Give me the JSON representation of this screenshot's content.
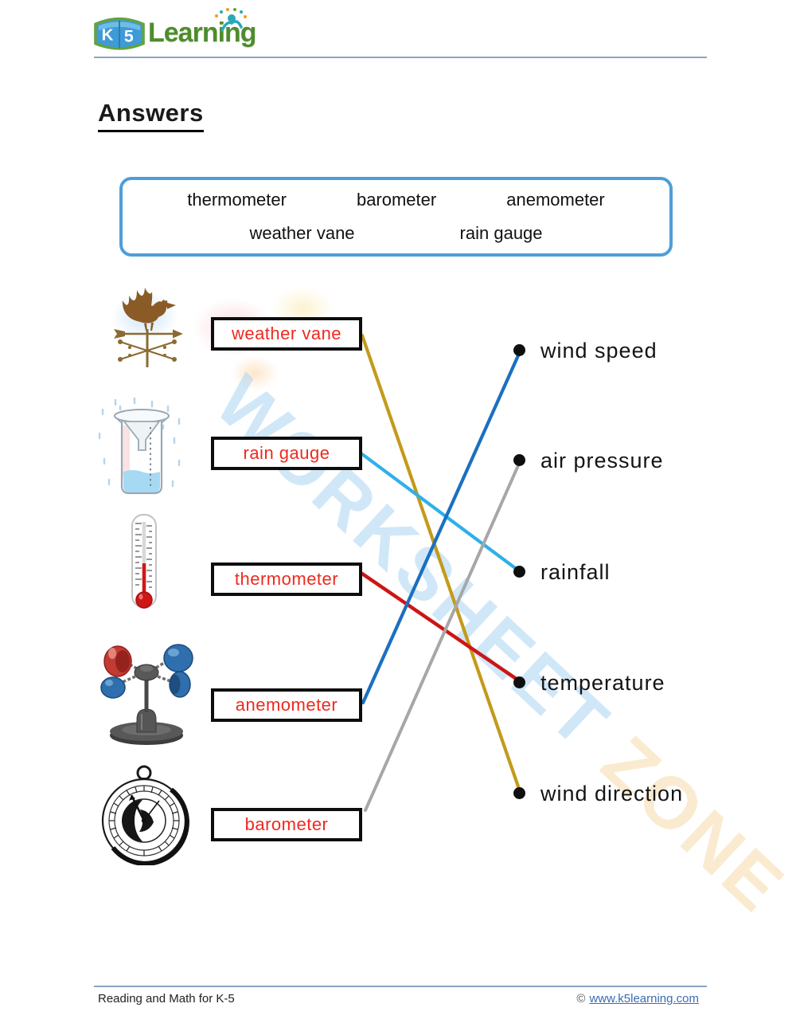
{
  "logo": {
    "k": "K",
    "five": "5",
    "learning": "Learning"
  },
  "heading": "Answers",
  "word_bank": {
    "items": [
      "thermometer",
      "barometer",
      "anemometer",
      "weather vane",
      "rain gauge"
    ]
  },
  "matches": [
    {
      "label": "weather vane",
      "answer": "wind direction",
      "line_color": "#C49A1B"
    },
    {
      "label": "rain gauge",
      "answer": "rainfall",
      "line_color": "#2FB0E8"
    },
    {
      "label": "thermometer",
      "answer": "temperature",
      "line_color": "#CE1515"
    },
    {
      "label": "anemometer",
      "answer": "wind speed",
      "line_color": "#1B70C0"
    },
    {
      "label": "barometer",
      "answer": "air pressure",
      "line_color": "#A7A7A7"
    }
  ],
  "right_items": [
    "wind speed",
    "air pressure",
    "rainfall",
    "temperature",
    "wind direction"
  ],
  "watermark": {
    "word_1": "WORKSHEET",
    "word_2": "ZONE"
  },
  "footer": {
    "left": "Reading and Math for K-5",
    "copyright": "©",
    "link": "www.k5learning.com"
  },
  "colors": {
    "word_bank_border": "#4E9FD8",
    "answer_text_red": "#EE2A1F",
    "rule_blue": "#8AA5C6"
  }
}
